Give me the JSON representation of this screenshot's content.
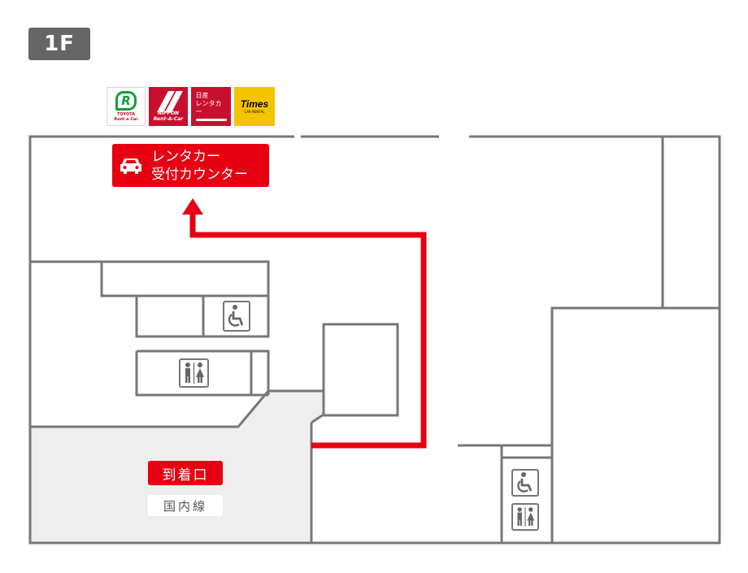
{
  "floor": {
    "label": "1F"
  },
  "logos": {
    "toyota": {
      "mark": "R",
      "text_line1": "TOYOTA",
      "text_line2": "Rent a Car"
    },
    "nippon": {
      "text_line1": "NIPPON",
      "text_line2": "Rent-A-Car"
    },
    "nissan": {
      "text_line1": "日産",
      "text_line2": "レンタカー"
    },
    "times": {
      "big": "Times",
      "small": "CAR RENTAL"
    }
  },
  "rental_counter": {
    "line1": "レンタカー",
    "line2": "受付カウンター",
    "icon": "car-icon"
  },
  "arrival": {
    "label": "到着口",
    "sublabel": "国内線"
  },
  "colors": {
    "route": "#e60012",
    "walls": "#777777",
    "arrival_area": "#eeeeee",
    "badge": "#666666"
  },
  "icons": [
    "wheelchair-icon",
    "restroom-icon",
    "wheelchair-icon",
    "restroom-icon"
  ]
}
